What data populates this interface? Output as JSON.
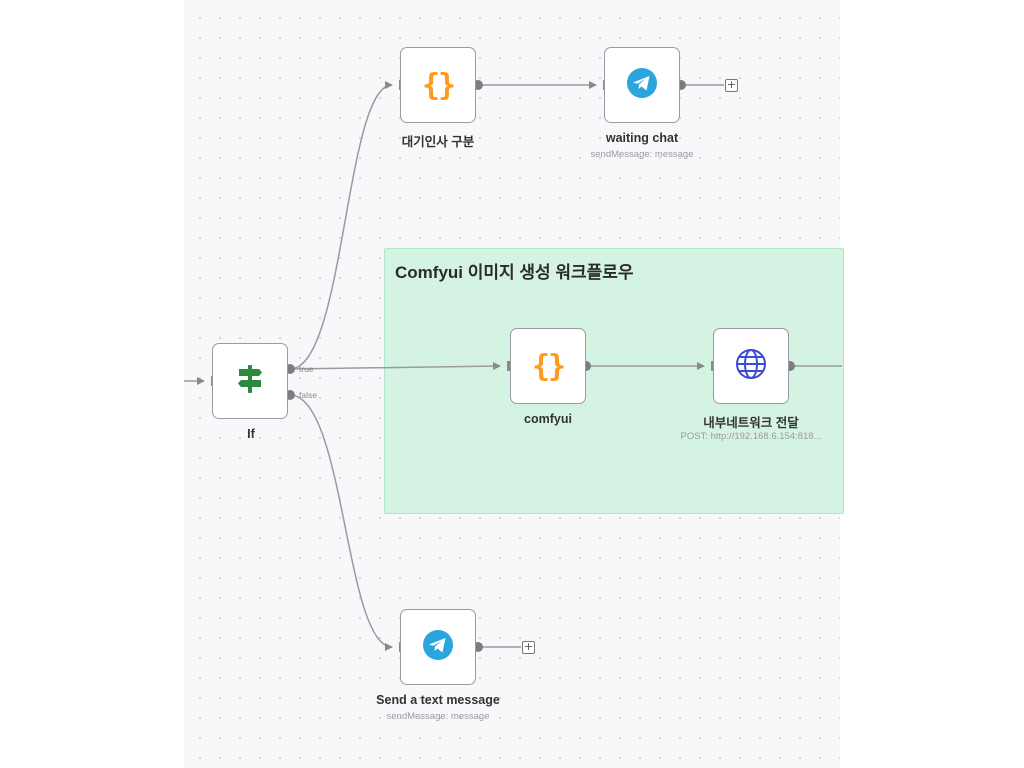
{
  "sticky_note": {
    "title": "Comfyui 이미지 생성 워크플로우"
  },
  "nodes": {
    "if": {
      "label": "If"
    },
    "code_greeting": {
      "label": "대기인사 구분"
    },
    "waiting_chat": {
      "label": "waiting chat",
      "subtitle": "sendMessage: message"
    },
    "comfyui": {
      "label": "comfyui"
    },
    "internal_network": {
      "label": "내부네트워크 전달",
      "subtitle": "POST: http://192.168.6.154:818..."
    },
    "send_text": {
      "label": "Send a text message",
      "subtitle": "sendMessage: message"
    }
  },
  "branches": {
    "true_label": "true",
    "false_label": "false"
  },
  "icons": {
    "brace": "{}",
    "if": "signpost-icon",
    "telegram": "telegram-icon",
    "globe": "globe-icon",
    "add": "+"
  },
  "colors": {
    "code_icon": "#ff9a1a",
    "if_icon": "#2b8a3e",
    "telegram": "#2aa5de",
    "globe": "#3c4bd6",
    "sticky_bg": "#d5f3e3"
  }
}
